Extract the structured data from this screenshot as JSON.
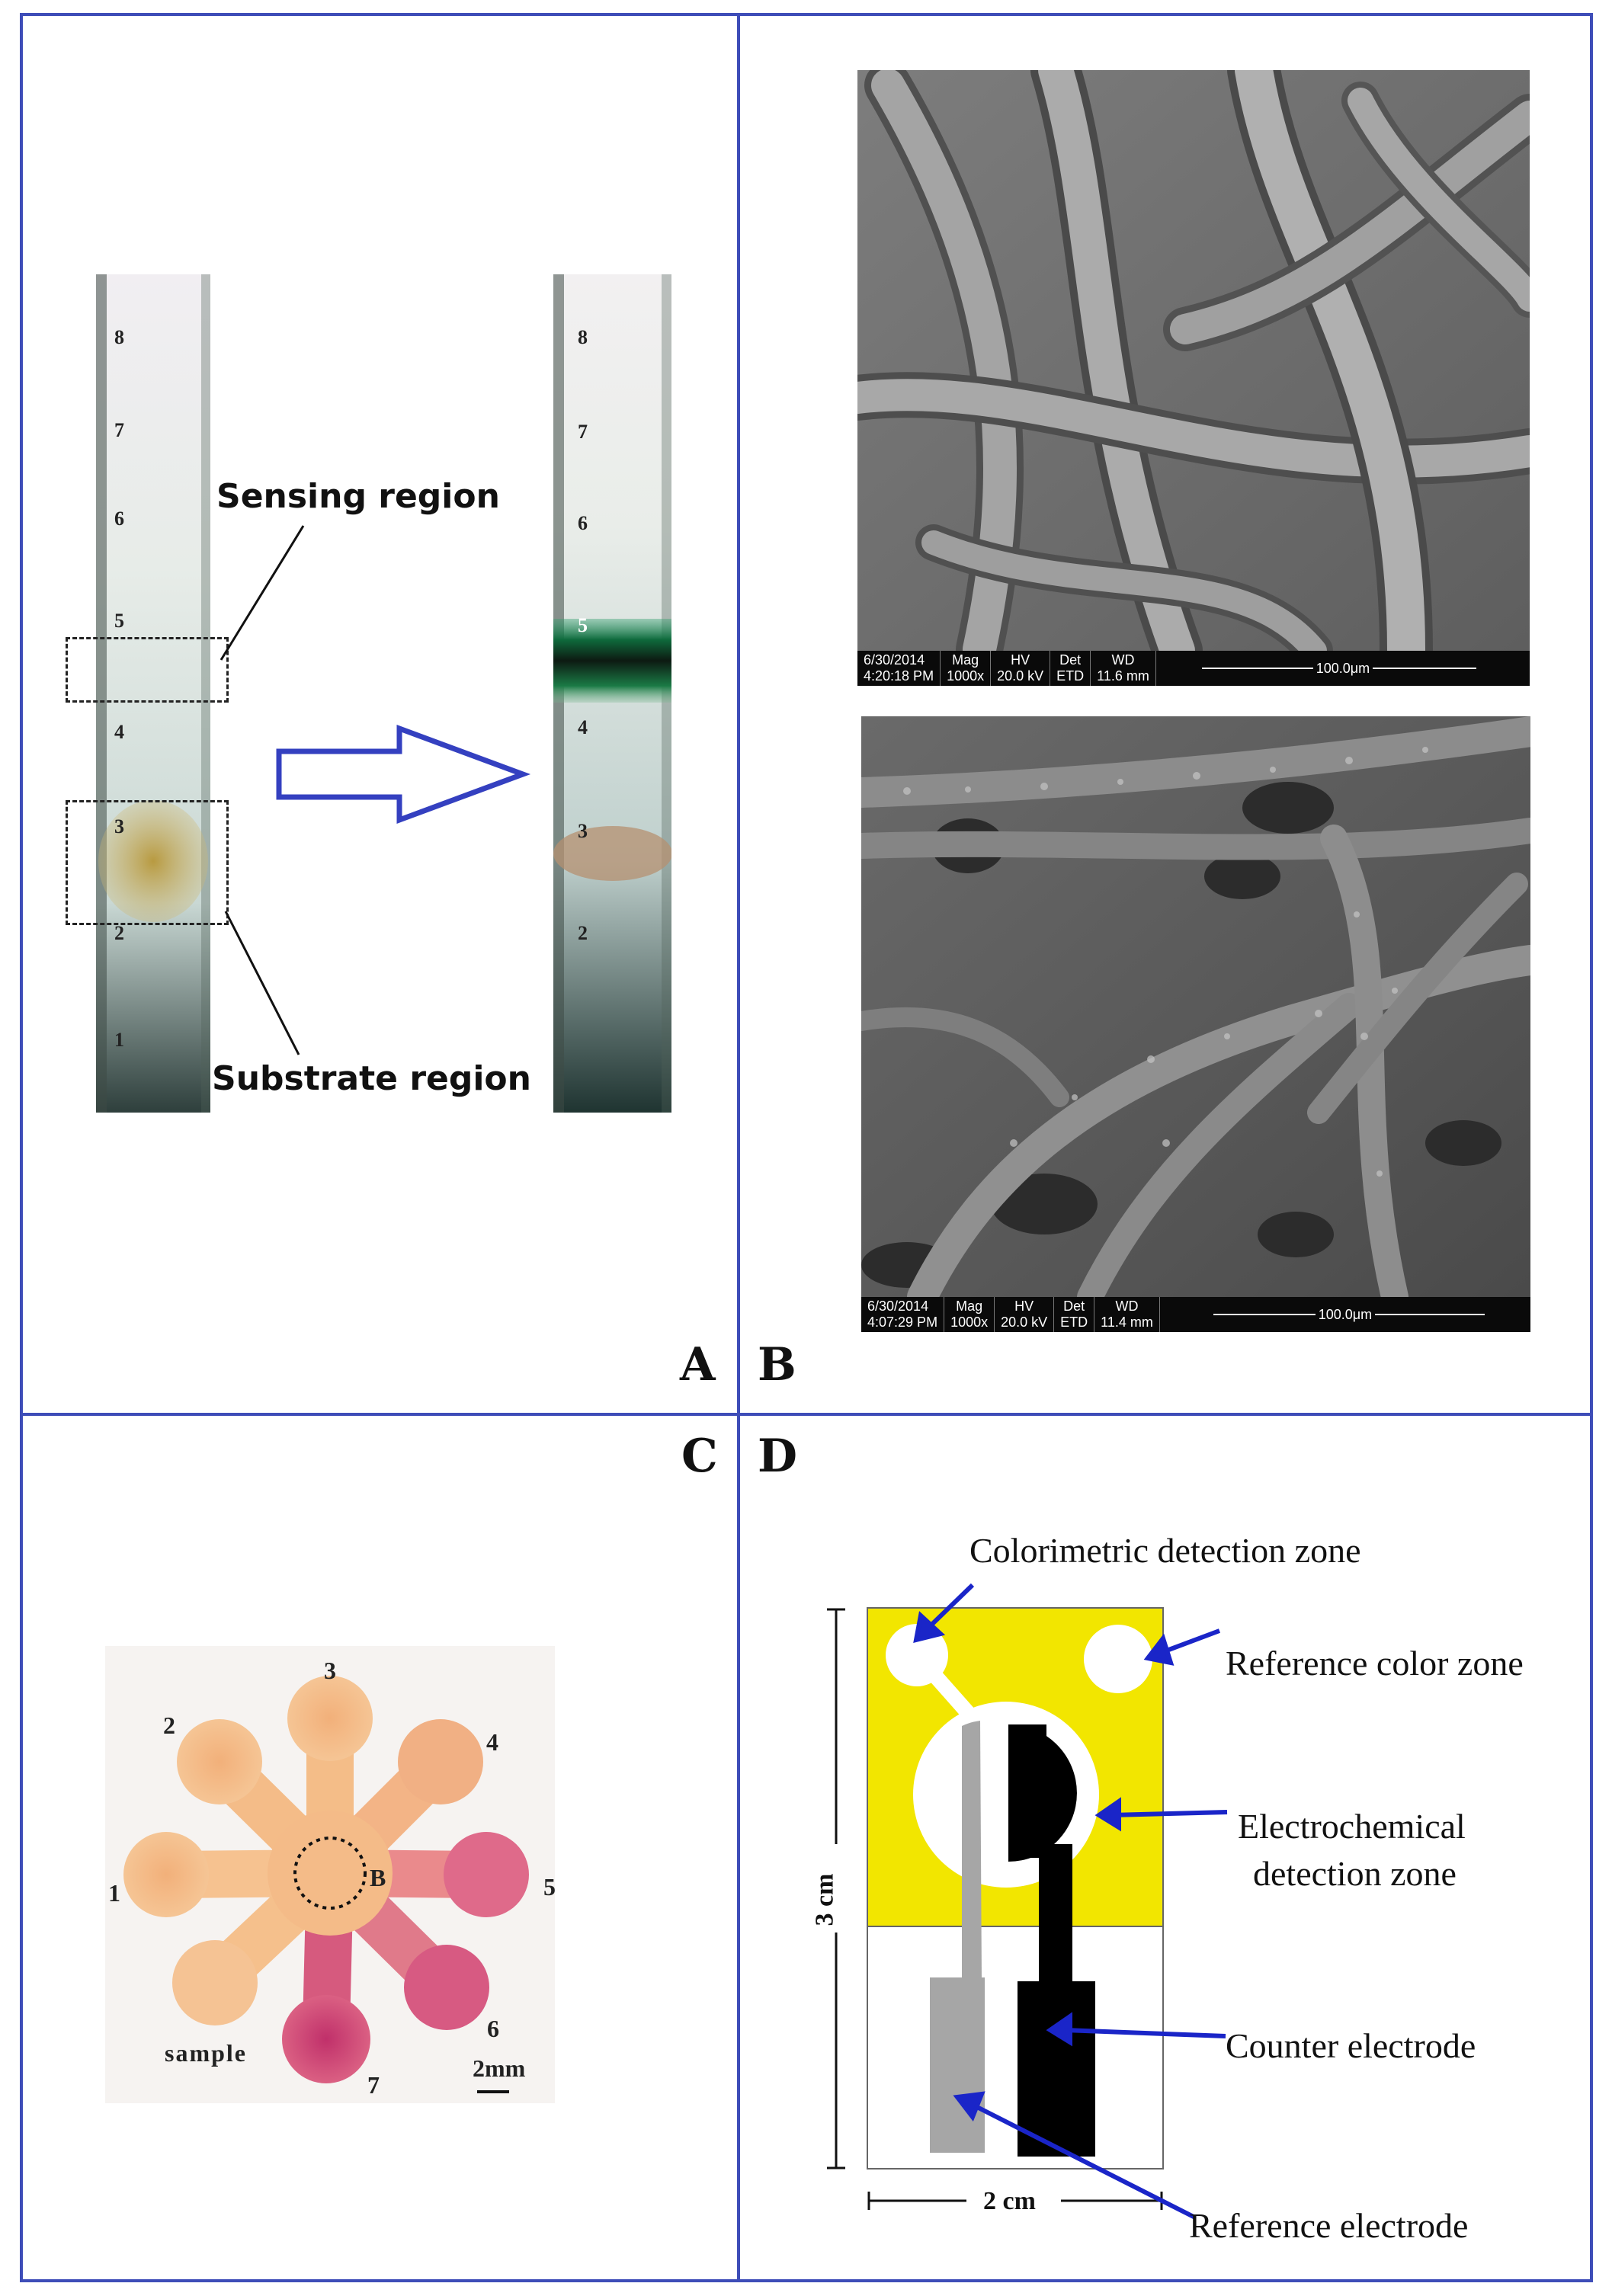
{
  "panels": {
    "A": {
      "letter": "A",
      "strip_marks_left": [
        "8",
        "7",
        "6",
        "5",
        "4",
        "3",
        "2",
        "1"
      ],
      "strip_marks_right": [
        "8",
        "7",
        "6",
        "5",
        "4",
        "3",
        "2"
      ],
      "sensing_label": "Sensing region",
      "substrate_label": "Substrate region"
    },
    "B": {
      "letter": "B",
      "sem_top": {
        "date": "6/30/2014",
        "time": "4:20:18 PM",
        "mag_label": "Mag",
        "mag": "1000x",
        "hv_label": "HV",
        "hv": "20.0 kV",
        "det_label": "Det",
        "det": "ETD",
        "wd_label": "WD",
        "wd": "11.6 mm",
        "scale": "100.0μm"
      },
      "sem_bottom": {
        "date": "6/30/2014",
        "time": "4:07:29 PM",
        "mag_label": "Mag",
        "mag": "1000x",
        "hv_label": "HV",
        "hv": "20.0 kV",
        "det_label": "Det",
        "det": "ETD",
        "wd_label": "WD",
        "wd": "11.4 mm",
        "scale": "100.0μm"
      }
    },
    "C": {
      "letter": "C",
      "numbers": [
        "1",
        "2",
        "3",
        "4",
        "5",
        "6",
        "7"
      ],
      "center_label": "B",
      "sample_label": "sample",
      "scale_label": "2mm"
    },
    "D": {
      "letter": "D",
      "colorimetric": "Colorimetric detection zone",
      "reference_color": "Reference color zone",
      "electrochemical_1": "Electrochemical",
      "electrochemical_2": "detection zone",
      "counter": "Counter electrode",
      "reference_electrode": "Reference electrode",
      "dim_height": "3 cm",
      "dim_width": "2 cm"
    }
  },
  "colors": {
    "border": "#3e4db8",
    "arrow": "#1a25c8",
    "yellow": "#f2e600"
  }
}
